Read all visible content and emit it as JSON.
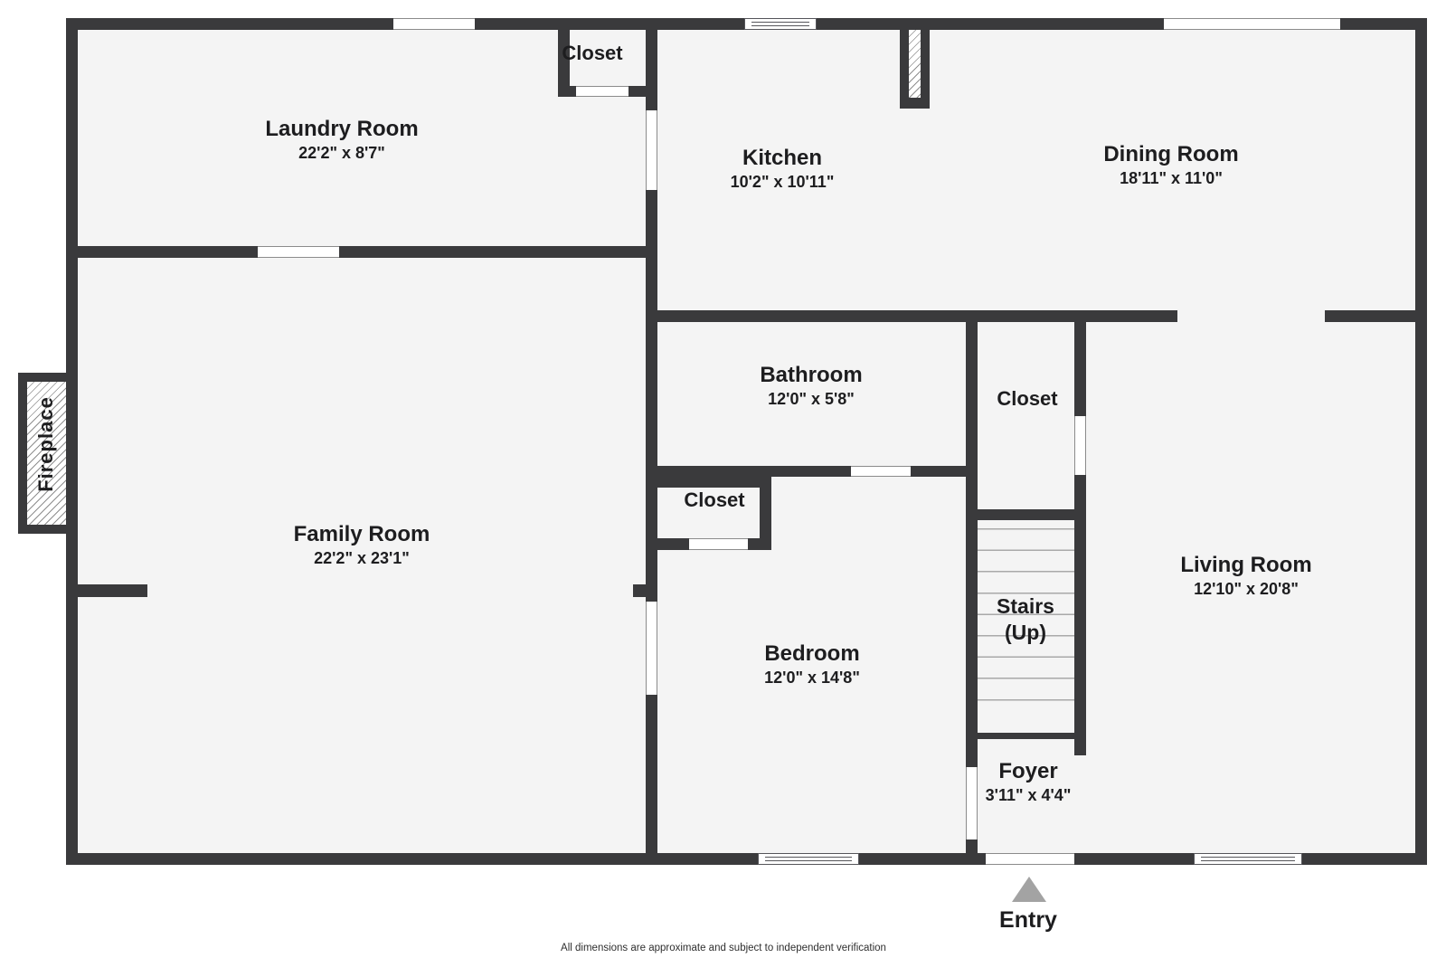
{
  "rooms": {
    "laundry": {
      "name": "Laundry Room",
      "dims": "22'2\" x 8'7\""
    },
    "kitchen": {
      "name": "Kitchen",
      "dims": "10'2\" x 10'11\""
    },
    "dining": {
      "name": "Dining Room",
      "dims": "18'11\" x 11'0\""
    },
    "family": {
      "name": "Family Room",
      "dims": "22'2\" x 23'1\""
    },
    "bathroom": {
      "name": "Bathroom",
      "dims": "12'0\" x 5'8\""
    },
    "living": {
      "name": "Living Room",
      "dims": "12'10\" x 20'8\""
    },
    "bedroom": {
      "name": "Bedroom",
      "dims": "12'0\" x 14'8\""
    },
    "foyer": {
      "name": "Foyer",
      "dims": "3'11\" x 4'4\""
    },
    "closet_top": {
      "name": "Closet"
    },
    "closet_hall": {
      "name": "Closet"
    },
    "closet_bedroom": {
      "name": "Closet"
    },
    "stairs": {
      "name": "Stairs",
      "sub": "(Up)"
    }
  },
  "features": {
    "fireplace": "Fireplace",
    "entry": "Entry"
  },
  "footer": {
    "disclaimer": "All dimensions are approximate and subject to independent verification"
  },
  "colors": {
    "wall": "#3a3a3c",
    "floor": "#f4f4f4",
    "text": "#1d1d1f",
    "entry_arrow": "#a3a3a3",
    "stair_tread": "#a9a9a9"
  }
}
